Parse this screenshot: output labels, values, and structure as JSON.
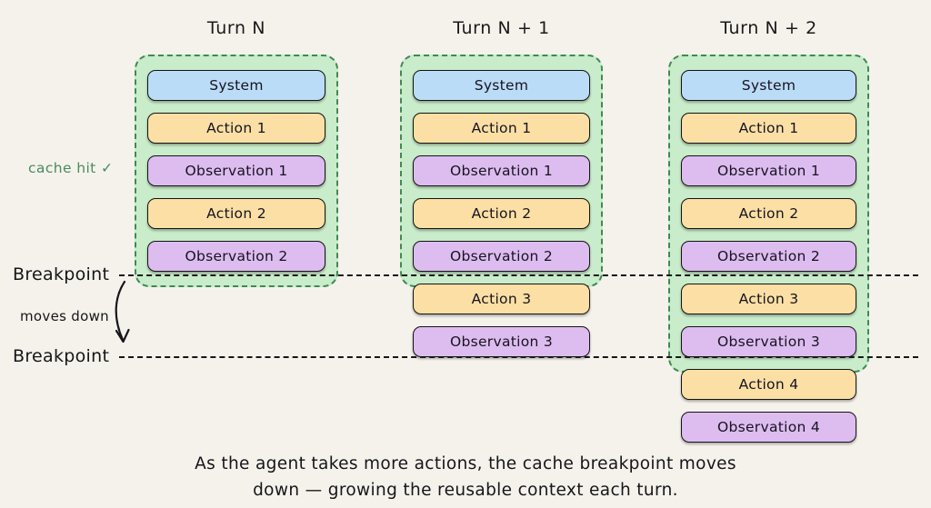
{
  "background_color": "#f5f2ec",
  "palette": {
    "system": "#bbdcf7",
    "action": "#fbdfa4",
    "observation": "#ddbcf0",
    "cache_container": "#c9ecca",
    "cache_border": "#3f8a53",
    "cache_hit_text": "#4a8c5c",
    "ink": "#16161a"
  },
  "columns": [
    {
      "header": "Turn N",
      "cached_count": 5,
      "items": [
        {
          "label": "System",
          "kind": "system",
          "cached": true
        },
        {
          "label": "Action 1",
          "kind": "action",
          "cached": true
        },
        {
          "label": "Observation 1",
          "kind": "observation",
          "cached": true
        },
        {
          "label": "Action 2",
          "kind": "action",
          "cached": true
        },
        {
          "label": "Observation 2",
          "kind": "observation",
          "cached": true
        }
      ]
    },
    {
      "header": "Turn N + 1",
      "cached_count": 5,
      "items": [
        {
          "label": "System",
          "kind": "system",
          "cached": true
        },
        {
          "label": "Action 1",
          "kind": "action",
          "cached": true
        },
        {
          "label": "Observation 1",
          "kind": "observation",
          "cached": true
        },
        {
          "label": "Action 2",
          "kind": "action",
          "cached": true
        },
        {
          "label": "Observation 2",
          "kind": "observation",
          "cached": true
        },
        {
          "label": "Action 3",
          "kind": "action",
          "cached": false
        },
        {
          "label": "Observation 3",
          "kind": "observation",
          "cached": false
        }
      ]
    },
    {
      "header": "Turn N + 2",
      "cached_count": 7,
      "items": [
        {
          "label": "System",
          "kind": "system",
          "cached": true
        },
        {
          "label": "Action 1",
          "kind": "action",
          "cached": true
        },
        {
          "label": "Observation 1",
          "kind": "observation",
          "cached": true
        },
        {
          "label": "Action 2",
          "kind": "action",
          "cached": true
        },
        {
          "label": "Observation 2",
          "kind": "observation",
          "cached": true
        },
        {
          "label": "Action 3",
          "kind": "action",
          "cached": true
        },
        {
          "label": "Observation 3",
          "kind": "observation",
          "cached": true
        },
        {
          "label": "Action 4",
          "kind": "action",
          "cached": false
        },
        {
          "label": "Observation 4",
          "kind": "observation",
          "cached": false
        }
      ]
    }
  ],
  "annotations": {
    "cache_hit": "cache hit ✓",
    "breakpoint_upper": "Breakpoint",
    "breakpoint_lower": "Breakpoint",
    "moves_down": "moves down"
  },
  "caption": {
    "line1": "As the agent takes more actions, the cache breakpoint moves",
    "line2": "down — growing the reusable context each turn."
  }
}
